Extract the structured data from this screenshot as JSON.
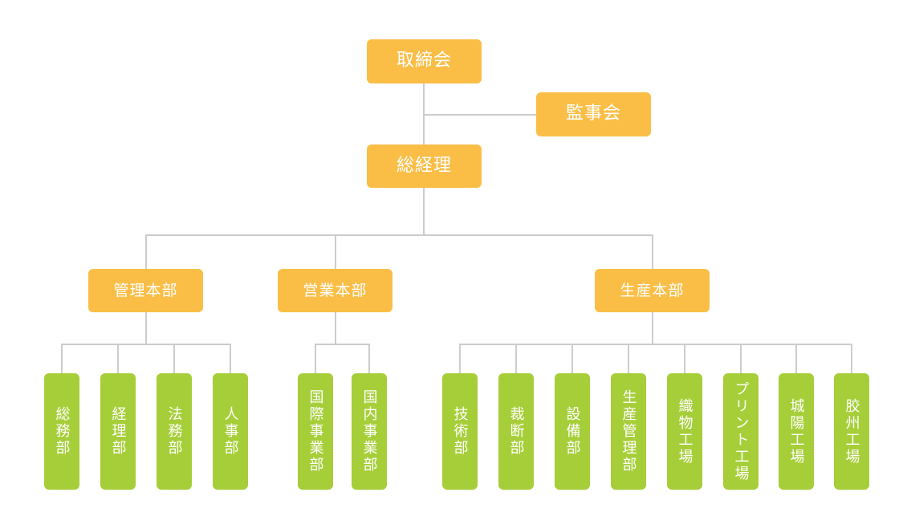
{
  "chart": {
    "title": "",
    "type": "org-chart",
    "colors": {
      "executive_box": "#fabe47",
      "department_box": "#a6ce39",
      "connector_line": "#cccccc",
      "label_text": "#ffffff",
      "background": "#ffffff"
    }
  },
  "nodes": {
    "board": {
      "label": "取締会",
      "level": "top"
    },
    "auditors": {
      "label": "監事会",
      "level": "top"
    },
    "president": {
      "label": "総経理",
      "level": "top"
    },
    "divisions": [
      {
        "label": "管理本部"
      },
      {
        "label": "営業本部"
      },
      {
        "label": "生産本部"
      }
    ],
    "admin_departments": [
      {
        "label": "総務部"
      },
      {
        "label": "経理部"
      },
      {
        "label": "法務部"
      },
      {
        "label": "人事部"
      }
    ],
    "sales_departments": [
      {
        "label": "国際事業部"
      },
      {
        "label": "国内事業部"
      }
    ],
    "production_departments": [
      {
        "label": "技術部"
      },
      {
        "label": "裁断部"
      },
      {
        "label": "設備部"
      },
      {
        "label": "生産管理部"
      },
      {
        "label": "織物工場"
      },
      {
        "label": "プリント工場"
      },
      {
        "label": "城陽工場"
      },
      {
        "label": "胶州工場"
      }
    ]
  }
}
